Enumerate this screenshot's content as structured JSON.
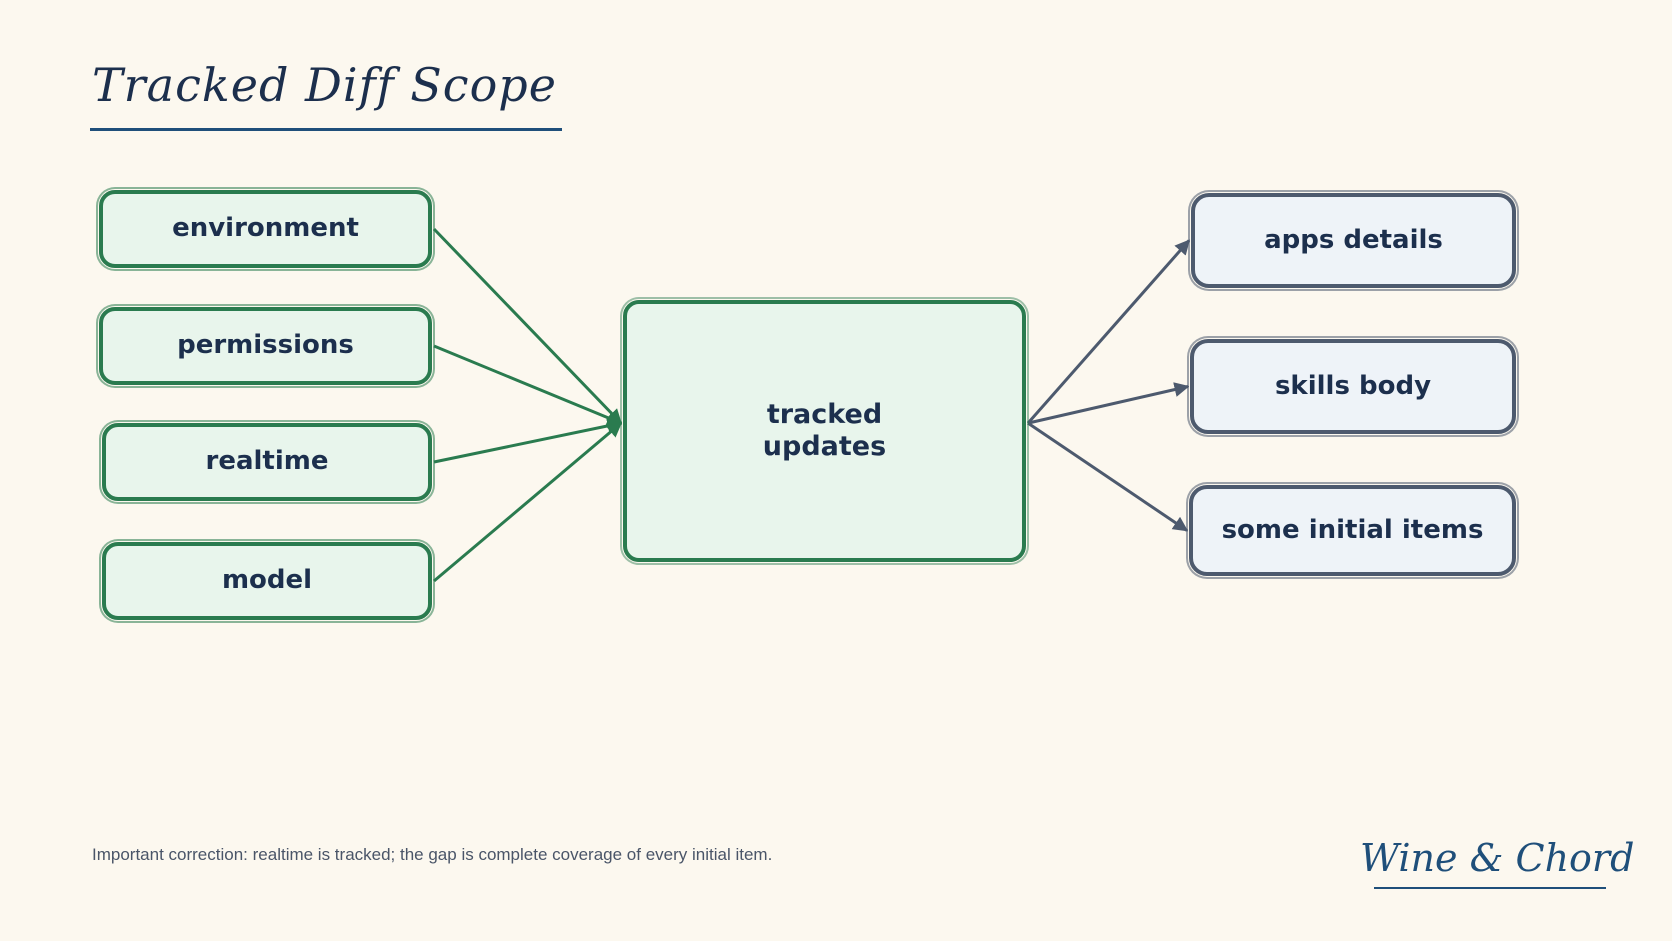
{
  "title": "Tracked Diff Scope",
  "diagram": {
    "inputs": [
      {
        "id": "environment",
        "label": "environment"
      },
      {
        "id": "permissions",
        "label": "permissions"
      },
      {
        "id": "realtime",
        "label": "realtime"
      },
      {
        "id": "model",
        "label": "model"
      }
    ],
    "center": {
      "id": "tracked-updates",
      "label": "tracked\nupdates"
    },
    "outputs": [
      {
        "id": "apps-details",
        "label": "apps details"
      },
      {
        "id": "skills-body",
        "label": "skills body"
      },
      {
        "id": "some-initial-items",
        "label": "some initial items"
      }
    ],
    "edges": [
      {
        "from": "environment",
        "to": "tracked-updates"
      },
      {
        "from": "permissions",
        "to": "tracked-updates"
      },
      {
        "from": "realtime",
        "to": "tracked-updates"
      },
      {
        "from": "model",
        "to": "tracked-updates"
      },
      {
        "from": "tracked-updates",
        "to": "apps-details"
      },
      {
        "from": "tracked-updates",
        "to": "skills-body"
      },
      {
        "from": "tracked-updates",
        "to": "some-initial-items"
      }
    ]
  },
  "footnote": "Important correction: realtime is tracked; the gap is complete coverage of every initial item.",
  "brand": "Wine & Chord",
  "colors": {
    "background": "#fcf8ef",
    "input_border": "#2a7b4f",
    "input_fill": "#e8f5ec",
    "output_border": "#4d5a6e",
    "output_fill": "#eef3f8",
    "text": "#1c2f4d",
    "accent": "#1f4f7a"
  }
}
